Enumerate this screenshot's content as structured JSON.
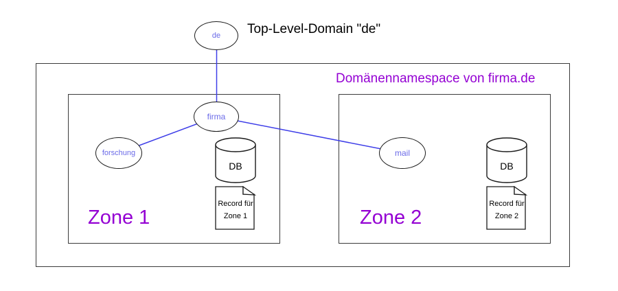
{
  "colors": {
    "accent_purple": "#9400D3",
    "edge_blue": "#3E3EE8",
    "node_text_blue": "#6A6AE8"
  },
  "labels": {
    "tld_caption": "Top-Level-Domain \"de\"",
    "namespace_caption": "Domänennamespace von firma.de"
  },
  "nodes": {
    "de": {
      "label": "de"
    },
    "firma": {
      "label": "firma"
    },
    "forschung": {
      "label": "forschung"
    },
    "mail": {
      "label": "mail"
    }
  },
  "zone1": {
    "title": "Zone 1",
    "db_label": "DB",
    "record_line1": "Record für",
    "record_line2": "Zone 1"
  },
  "zone2": {
    "title": "Zone 2",
    "db_label": "DB",
    "record_line1": "Record für",
    "record_line2": "Zone 2"
  }
}
